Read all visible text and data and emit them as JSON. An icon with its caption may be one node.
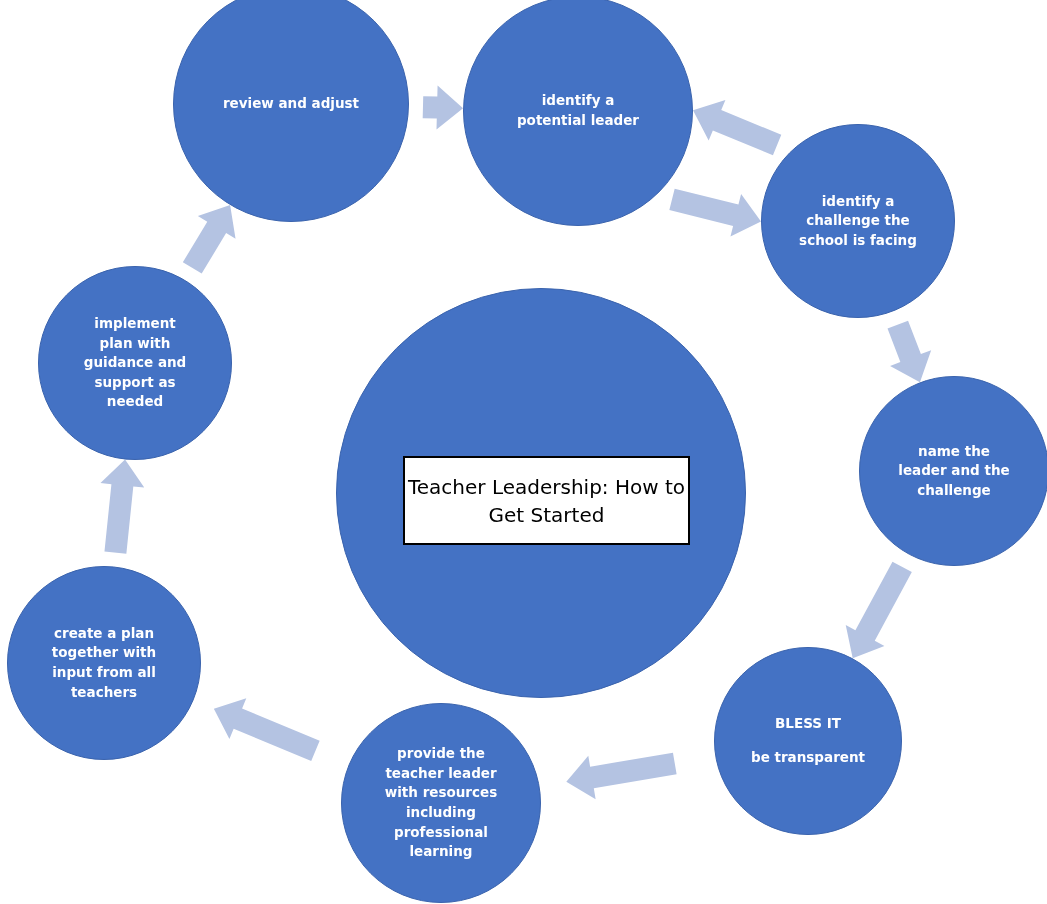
{
  "diagram": {
    "nodes": [
      {
        "text": [],
        "shape": "circle"
      },
      {
        "text": [
          "Teacher Leadership: How to Get Started"
        ],
        "in": 0
      },
      {
        "text": [
          "review and adjust"
        ]
      },
      {
        "text": [
          "identify a potential leader"
        ]
      },
      {
        "text": [
          "identify a challenge the school is facing"
        ]
      },
      {
        "text": [
          "name the leader and the challenge"
        ]
      },
      {
        "text": [
          "BLESS IT",
          "be transparent"
        ]
      },
      {
        "text": [
          "provide the teacher leader with resources including professional learning"
        ]
      },
      {
        "text": [
          "create a plan together with input from all teachers"
        ]
      },
      {
        "text": [
          "implement plan with guidance and support as needed"
        ]
      }
    ],
    "edges": [
      {
        "from": 2,
        "to": 3,
        "arrow": "to"
      },
      {
        "from": 3,
        "to": 4,
        "arrow": "to"
      },
      {
        "from": 4,
        "to": 3,
        "arrow": "to"
      },
      {
        "from": 4,
        "to": 5,
        "arrow": "to"
      },
      {
        "from": 5,
        "to": 6,
        "arrow": "to"
      },
      {
        "from": 6,
        "to": 7,
        "arrow": "to"
      },
      {
        "from": 7,
        "to": 8,
        "arrow": "to"
      },
      {
        "from": 8,
        "to": 9,
        "arrow": "to"
      },
      {
        "from": 9,
        "to": 2,
        "arrow": "to"
      }
    ]
  }
}
